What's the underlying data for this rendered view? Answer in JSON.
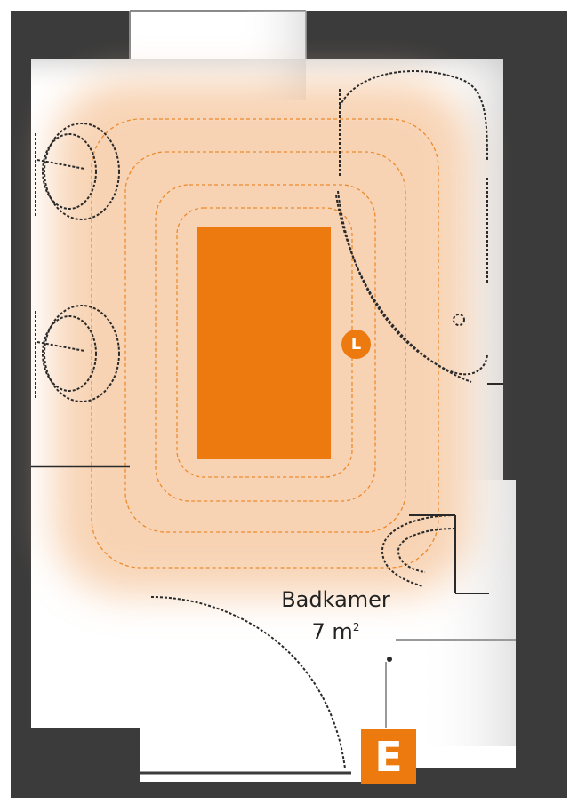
{
  "room": {
    "name": "Badkamer",
    "area_value": "7 m",
    "area_superscript": "2"
  },
  "badges": {
    "heating_marker": "L",
    "entrance_marker": "E"
  },
  "colors": {
    "wall": "#3b3b3b",
    "floor": "#ffffff",
    "accent": "#ec7a0f",
    "heat_glow": "#f6c9a2",
    "heating_loop": "#ec8a2e",
    "fixture_line": "#2a2a2a"
  },
  "fixtures": [
    "sink-1",
    "sink-2",
    "shower",
    "toilet",
    "door"
  ]
}
